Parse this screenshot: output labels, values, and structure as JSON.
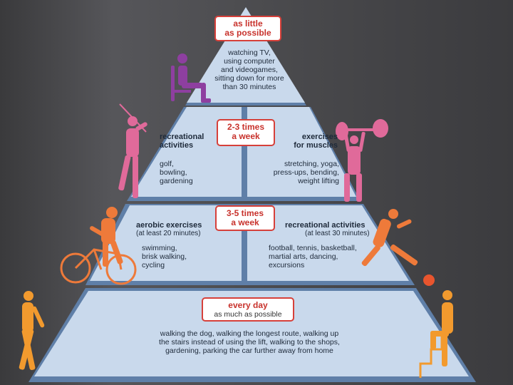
{
  "tiers": {
    "top": {
      "label": "as little as possible",
      "label_line1": "as little",
      "label_line2": "as possible",
      "text": [
        "watching TV,",
        "using computer",
        "and videogames,",
        "sitting down for more",
        "than 30 minutes"
      ]
    },
    "second": {
      "label_line1": "2-3 times",
      "label_line2": "a week",
      "left_title_line1": "recreational",
      "left_title_line2": "activities",
      "left_items": [
        "golf,",
        "bowling,",
        "gardening"
      ],
      "right_title_line1": "exercises",
      "right_title_line2": "for muscles",
      "right_items": [
        "stretching, yoga,",
        "press-ups, bending,",
        "weight lifting"
      ]
    },
    "third": {
      "label_line1": "3-5 times",
      "label_line2": "a week",
      "left_title": "aerobic exercises",
      "left_note": "(at least 20 minutes)",
      "left_items": [
        "swimming,",
        "brisk walking,",
        "cycling"
      ],
      "right_title": "recreational activities",
      "right_note": "(at least 30 minutes)",
      "right_items": [
        "football, tennis, basketball,",
        "martial arts, dancing,",
        "excursions"
      ]
    },
    "base": {
      "label": "every day",
      "sub": "as much as possible",
      "text": [
        "walking the dog, walking the longest route, walking up",
        "the stairs instead of using the lift, walking to the shops,",
        "gardening, parking the car further away from home"
      ]
    }
  },
  "colors": {
    "tier_fill": "#c9d9ec",
    "tier_shadow": "#5f7fa8",
    "box_border": "#d6403a",
    "top_figure": "#8e3fa0",
    "second_figures": "#e06a9a",
    "third_figures": "#ee7a3a",
    "base_figures": "#f29a2e"
  }
}
